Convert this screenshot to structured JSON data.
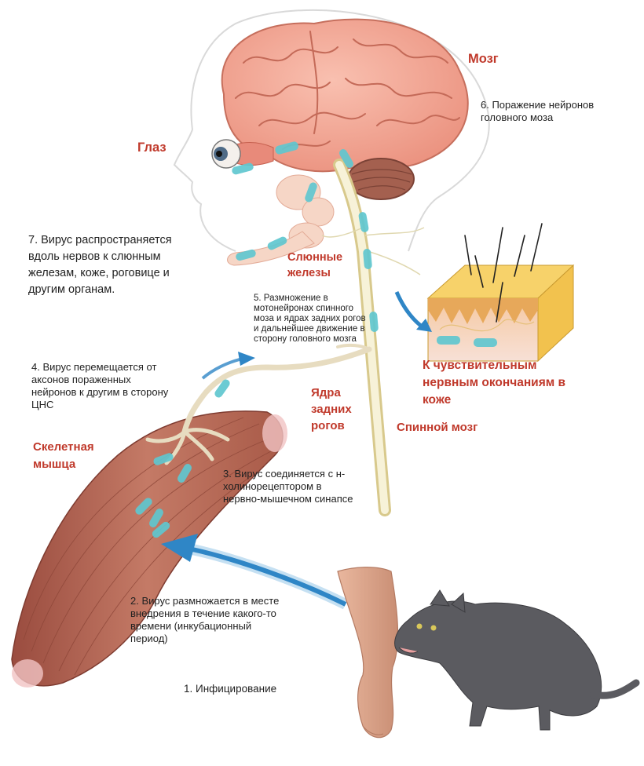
{
  "labels": {
    "brain": "Мозг",
    "eye": "Глаз",
    "salivary": "Слюнные\nжелезы",
    "skeletal_muscle": "Скелетная\nмышца",
    "dorsal_horn": "Ядра\nзадних\nрогов",
    "spinal_cord": "Спинной мозг",
    "skin_endings": "К чувствительным\nнервным окончаниям в\nкоже"
  },
  "steps": {
    "s1": "1. Инфицирование",
    "s2": "2. Вирус размножается в месте\nвнедрения в течение какого-то\nвремени (инкубационный\nпериод)",
    "s3": "3. Вирус соединяется с н-\nхолинорецептором в\nнервно-мышечном синапсе",
    "s4": "4. Вирус перемещается от\nаксонов пораженных\nнейронов к другим  в сторону\nЦНС",
    "s5": "5. Размножение в\nмотонейронах спинного\nмоза и ядрах задних рогов\nи дальнейшее движение в\nсторону головного мозга",
    "s6": "6. Поражение нейронов\nголовного моза",
    "s7": "7. Вирус распространяется\nвдоль нервов к слюнным\nжелезам, коже, роговице и\nдругим органам."
  },
  "colors": {
    "label_red": "#c0392b",
    "virus": "#5fc7cf",
    "arrow_blue": "#2f86c6",
    "brain_pink": "#f3a594",
    "muscle": "#b96a58",
    "skin_yellow": "#f2c24e",
    "cat_gray": "#5b5b60"
  }
}
